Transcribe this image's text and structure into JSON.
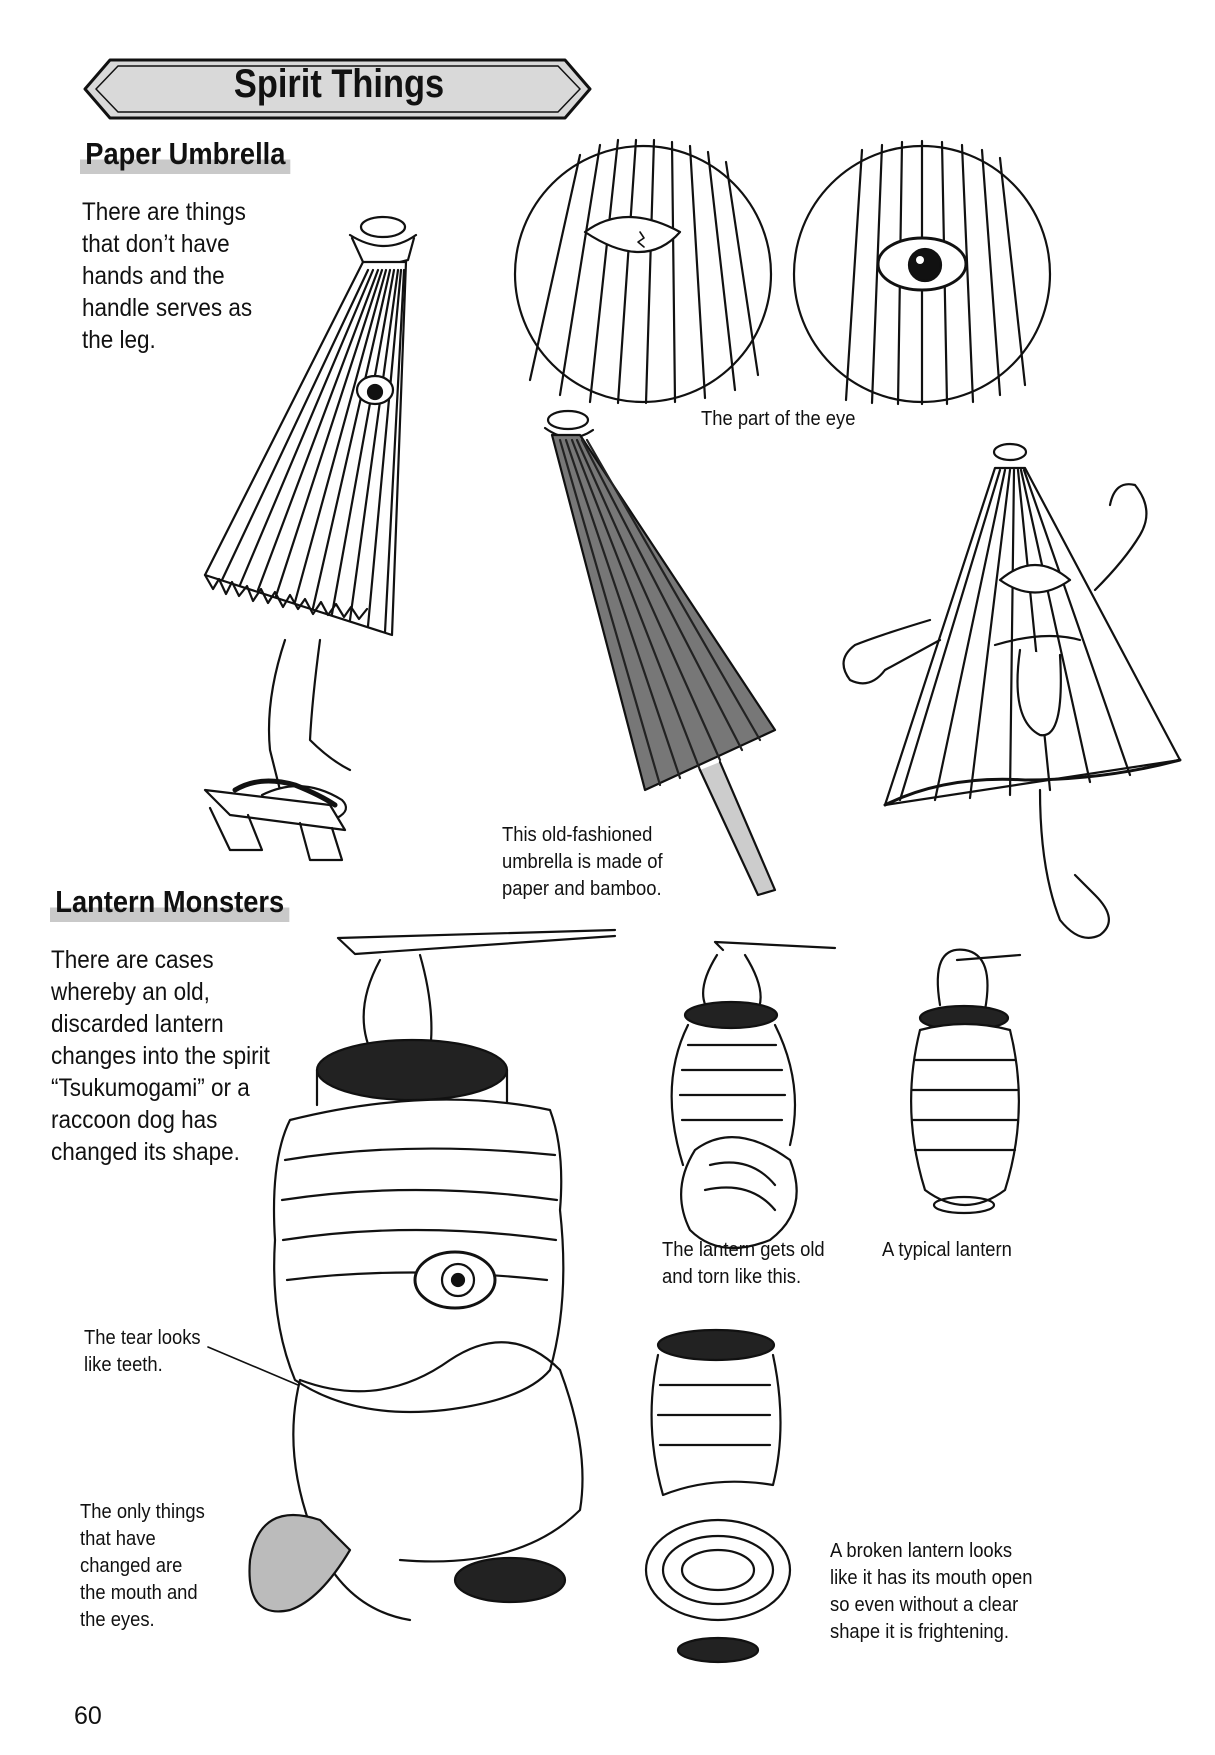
{
  "banner": {
    "title": "Spirit Things"
  },
  "sections": {
    "umbrella": {
      "heading": "Paper Umbrella",
      "body": "There are things\nthat don’t have\nhands and the\nhandle serves as\nthe leg.",
      "caption_eye": "The part of the eye",
      "caption_material": "This old-fashioned\numbrella is made of\npaper and bamboo."
    },
    "lantern": {
      "heading": "Lantern Monsters",
      "body": "There are cases\nwhereby an old,\ndiscarded lantern\nchanges into the spirit\n“Tsukumogami” or a\nraccoon dog has\nchanged its shape.",
      "caption_torn": "The lantern gets old\nand torn like this.",
      "caption_typical": "A typical lantern",
      "caption_teeth": "The tear looks\nlike teeth.",
      "caption_changed": "The only things\nthat have\nchanged are\nthe mouth and\nthe eyes.",
      "caption_broken": "A broken lantern looks\nlike it has its mouth open\nso even without a clear\nshape it is frightening."
    }
  },
  "footer": {
    "page_number": "60"
  },
  "colors": {
    "ink": "#111111",
    "banner_fill": "#d9d9d9",
    "heading_band": "#c9c9c9",
    "paper": "#ffffff"
  }
}
